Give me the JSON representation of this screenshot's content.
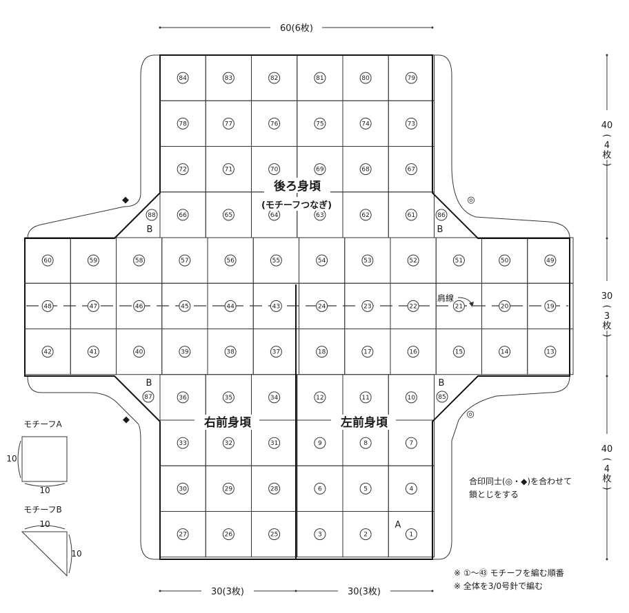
{
  "dimensions": {
    "top": "60(6枚)",
    "bottom_left": "30(3枚)",
    "bottom_right": "30(3枚)",
    "right_top": [
      "40",
      "(",
      "4",
      "枚",
      ")"
    ],
    "right_mid": [
      "30",
      "(",
      "3",
      "枚",
      ")"
    ],
    "right_bottom": [
      "40",
      "(",
      "4",
      "枚",
      ")"
    ]
  },
  "labels": {
    "back_title": "後ろ身頃",
    "back_sub": "(モチーフつなぎ)",
    "right_front": "右前身頃",
    "left_front": "左前身頃",
    "shoulder_line": "肩線",
    "b_mark": "B",
    "a_mark": "A"
  },
  "motif_a": {
    "title": "モチーフA",
    "w": "10",
    "h": "10"
  },
  "motif_b": {
    "title": "モチーフB",
    "w": "10",
    "h": "10"
  },
  "notes": {
    "join_line1": "合印同士(◎・◆)を合わせて",
    "join_line2": "鎖とじをする",
    "note1": "※ ①〜㊸ モチーフを編む順番",
    "note2": "※ 全体を3/0号針で編む"
  },
  "marks": {
    "diamond": "◆",
    "double_circle": "◎"
  },
  "grid": {
    "top_rows": [
      [
        "84",
        "83",
        "82",
        "81",
        "80",
        "79"
      ],
      [
        "78",
        "77",
        "76",
        "75",
        "74",
        "73"
      ],
      [
        "72",
        "71",
        "70",
        "69",
        "68",
        "67"
      ],
      [
        "66",
        "65",
        "64",
        "63",
        "62",
        "61"
      ]
    ],
    "wide_rows": [
      [
        "60",
        "59",
        "58",
        "57",
        "56",
        "55",
        "54",
        "53",
        "52",
        "51",
        "50",
        "49"
      ],
      [
        "48",
        "47",
        "46",
        "45",
        "44",
        "43",
        "24",
        "23",
        "22",
        "21",
        "20",
        "19"
      ],
      [
        "42",
        "41",
        "40",
        "39",
        "38",
        "37",
        "18",
        "17",
        "16",
        "15",
        "14",
        "13"
      ]
    ],
    "bottom_rows": [
      [
        "36",
        "35",
        "34",
        "12",
        "11",
        "10"
      ],
      [
        "33",
        "32",
        "31",
        "9",
        "8",
        "7"
      ],
      [
        "30",
        "29",
        "28",
        "6",
        "5",
        "4"
      ],
      [
        "27",
        "26",
        "25",
        "3",
        "2",
        "1"
      ]
    ],
    "corner_numbers": {
      "tl": "88",
      "tr": "86",
      "bl": "87",
      "br": "85"
    }
  }
}
